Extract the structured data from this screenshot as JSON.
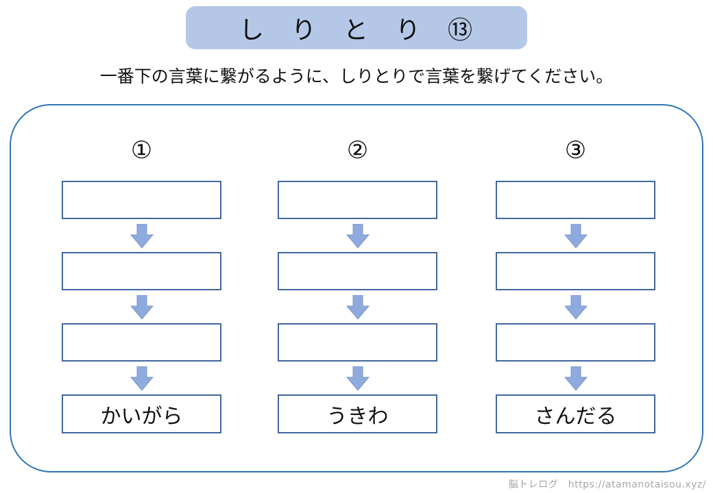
{
  "page": {
    "title": "し　り　と　り　⑬",
    "instruction": "一番下の言葉に繋がるように、しりとりで言葉を繋げてください。"
  },
  "columns": [
    {
      "label": "①",
      "answer": "かいがら"
    },
    {
      "label": "②",
      "answer": "うきわ"
    },
    {
      "label": "③",
      "answer": "さんだる"
    }
  ],
  "footer": {
    "credit": "脳トレログ　https://atamanotaisou.xyz/"
  },
  "icons": {
    "arrow": "down-block-arrow-icon"
  },
  "colors": {
    "banner_bg": "#b4c7e7",
    "box_border": "#41659f",
    "container_border": "#2e75b6",
    "arrow_fill": "#8faadc",
    "arrow_stroke": "#7b97cd",
    "footer_text": "#a6a6a6"
  }
}
